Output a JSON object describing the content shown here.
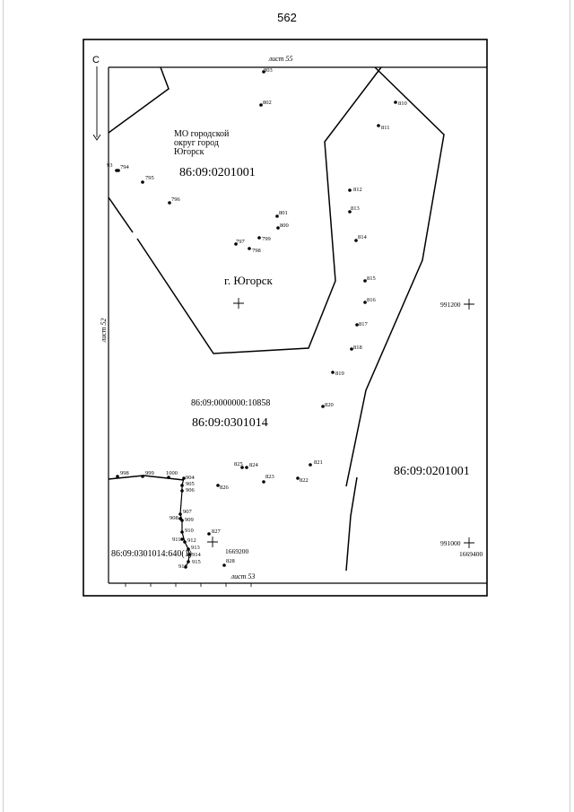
{
  "page_number": "562",
  "north_label": "С",
  "sheet_labels": {
    "top": "лист 55",
    "left": "лист 52",
    "bottom": "лист 53"
  },
  "municipality_label": [
    "МО городской",
    "округ город",
    "Югорск"
  ],
  "city_label": "г. Югорск",
  "parcels": {
    "upper_left": "86:09:0201001",
    "road": "86:09:0000000:10858",
    "lower_center": "86:09:0301014",
    "right": "86:09:0201001",
    "small": "86:09:0301014:640(1)"
  },
  "grid_labels": {
    "right_mid": "991200",
    "right_bottom_x": "991000",
    "right_bottom_y": "1669400",
    "bottom_center": "1669200"
  },
  "points": [
    {
      "id": "803",
      "label": "803"
    },
    {
      "id": "802",
      "label": "802"
    },
    {
      "id": "810",
      "label": "810"
    },
    {
      "id": "811",
      "label": "811"
    },
    {
      "id": "93",
      "label": "93"
    },
    {
      "id": "794",
      "label": "794"
    },
    {
      "id": "795",
      "label": "795"
    },
    {
      "id": "796",
      "label": "796"
    },
    {
      "id": "801",
      "label": "801"
    },
    {
      "id": "800",
      "label": "800"
    },
    {
      "id": "799",
      "label": "799"
    },
    {
      "id": "797",
      "label": "797"
    },
    {
      "id": "798",
      "label": "798"
    },
    {
      "id": "812",
      "label": "812"
    },
    {
      "id": "813",
      "label": "813"
    },
    {
      "id": "814",
      "label": "814"
    },
    {
      "id": "815",
      "label": "815"
    },
    {
      "id": "816",
      "label": "816"
    },
    {
      "id": "817",
      "label": "817"
    },
    {
      "id": "818",
      "label": "818"
    },
    {
      "id": "819",
      "label": "819"
    },
    {
      "id": "820",
      "label": "820"
    },
    {
      "id": "821",
      "label": "821"
    },
    {
      "id": "822",
      "label": "822"
    },
    {
      "id": "823",
      "label": "823"
    },
    {
      "id": "824",
      "label": "824"
    },
    {
      "id": "825",
      "label": "825"
    },
    {
      "id": "826",
      "label": "826"
    },
    {
      "id": "827",
      "label": "827"
    },
    {
      "id": "828",
      "label": "828"
    },
    {
      "id": "998",
      "label": "998"
    },
    {
      "id": "999",
      "label": "999"
    },
    {
      "id": "1000",
      "label": "1000"
    },
    {
      "id": "904",
      "label": "904"
    },
    {
      "id": "905",
      "label": "905"
    },
    {
      "id": "906",
      "label": "906"
    },
    {
      "id": "907",
      "label": "907"
    },
    {
      "id": "908",
      "label": "908"
    },
    {
      "id": "909",
      "label": "909"
    },
    {
      "id": "910",
      "label": "910"
    },
    {
      "id": "911",
      "label": "911"
    },
    {
      "id": "912",
      "label": "912"
    },
    {
      "id": "913",
      "label": "913"
    },
    {
      "id": "914",
      "label": "914"
    },
    {
      "id": "915",
      "label": "915"
    },
    {
      "id": "916",
      "label": "916"
    }
  ]
}
